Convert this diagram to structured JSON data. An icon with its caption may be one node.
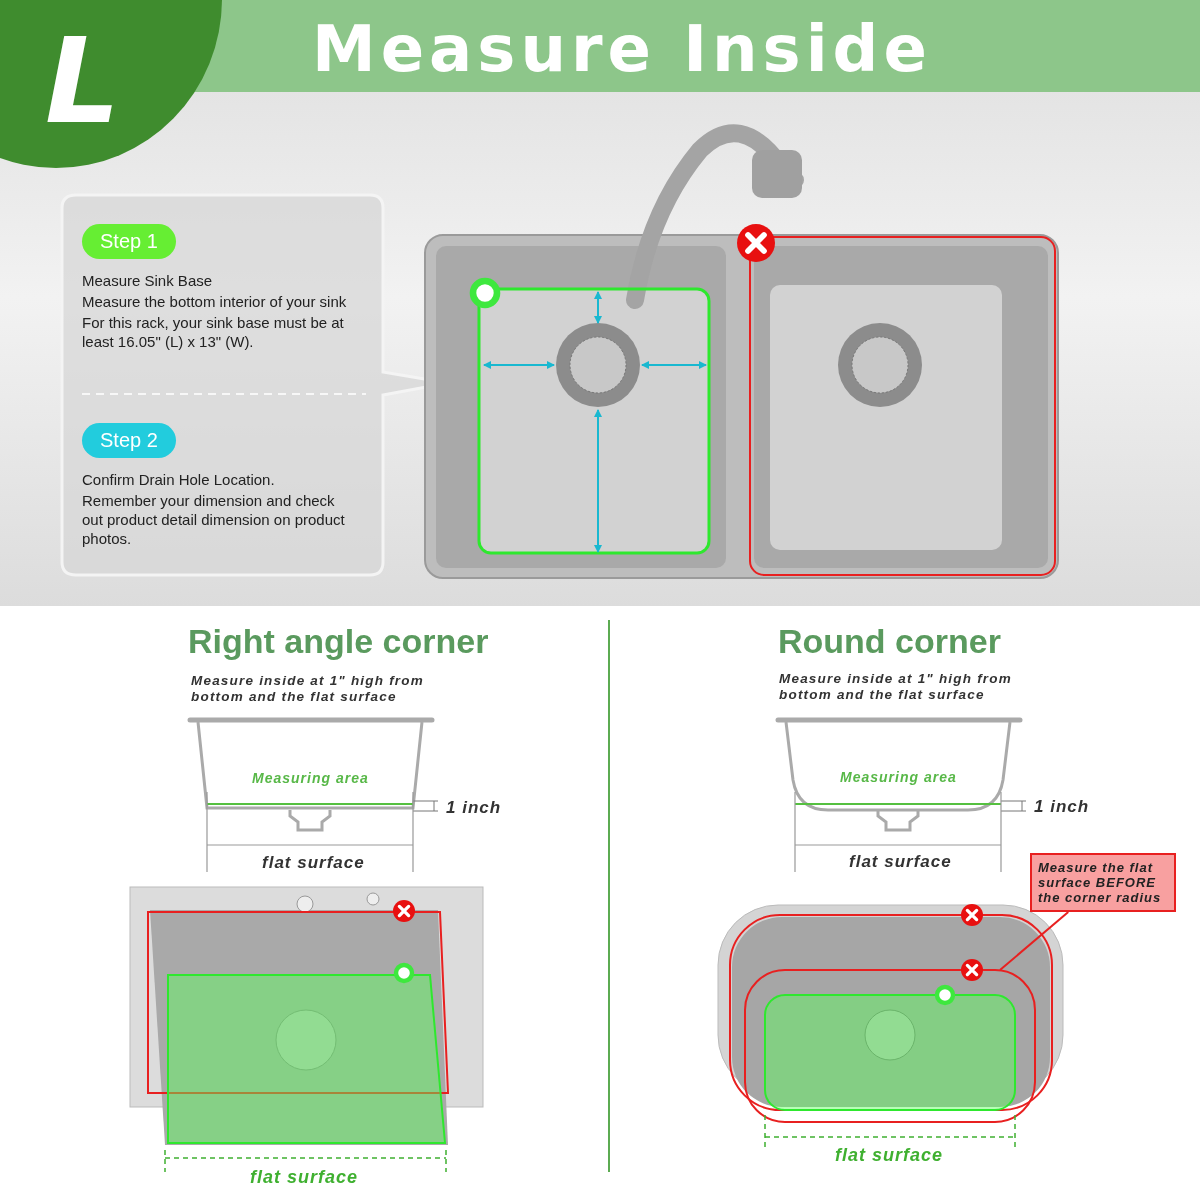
{
  "diagram": {
    "title": "Measure Inside",
    "nodes": [
      {
        "text": [
          "Step 1",
          "Measure Sink Base",
          "Measure the bottom interior of your sink",
          "For this rack, your sink base must be at least 16.05\" (L) x 13\" (W)."
        ]
      },
      {
        "text": [
          "Step 2",
          "Confirm Drain Hole Location.",
          "Remember your dimension and check out product detail dimension on product photos."
        ]
      },
      {
        "text": [
          "Measure the flat surface BEFORE the corner radius"
        ]
      },
      {
        "text": [],
        "shape": "box"
      }
    ],
    "edges": [
      {
        "from": 2,
        "to": 3,
        "arrow": "none"
      }
    ],
    "labels": [
      "L",
      "Right angle corner",
      "Measure inside at 1\" high from bottom and the flat surface",
      "Measuring area",
      "1 inch",
      "flat surface",
      "flat surface",
      "Round corner",
      "Measure inside at 1\" high from bottom and the flat surface",
      "Measuring area",
      "1 inch",
      "flat surface",
      "flat surface"
    ]
  }
}
